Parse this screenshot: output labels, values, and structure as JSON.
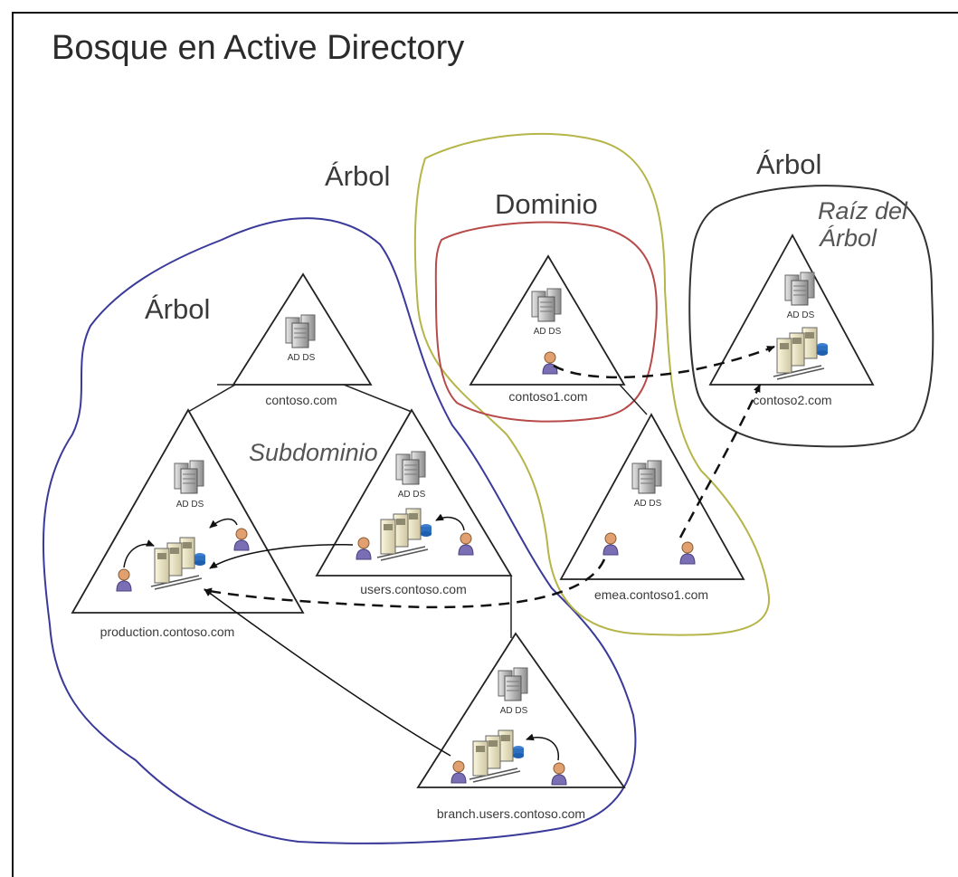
{
  "title": "Bosque en Active Directory",
  "labels": {
    "tree_left": "Árbol",
    "tree_middle": "Árbol",
    "tree_right": "Árbol",
    "domain": "Dominio",
    "subdomain": "Subdominio",
    "tree_root_line1": "Raíz del",
    "tree_root_line2": "Árbol"
  },
  "server_label": "AD DS",
  "domains": {
    "contoso": "contoso.com",
    "production": "production.contoso.com",
    "users": "users.contoso.com",
    "branch": "branch.users.contoso.com",
    "contoso1": "contoso1.com",
    "emea": "emea.contoso1.com",
    "contoso2": "contoso2.com"
  },
  "colors": {
    "forest_outline": "#3a3a9a",
    "tree_outline": "#b5b54a",
    "domain_outline": "#b84a4a",
    "tree2_outline": "#333333"
  }
}
